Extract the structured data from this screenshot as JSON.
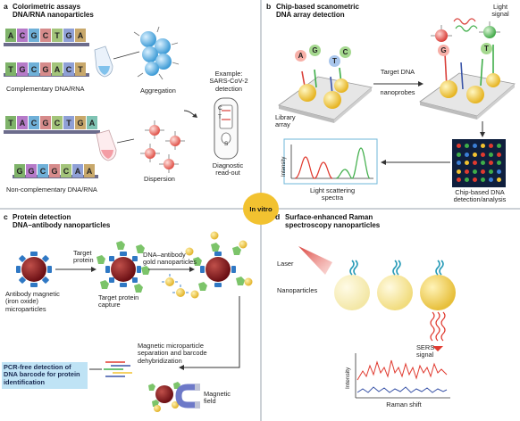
{
  "panels": {
    "a": {
      "letter": "a",
      "title_line1": "Colorimetric assays",
      "title_line2": "DNA/RNA nanoparticles",
      "complementary_label": "Complementary DNA/RNA",
      "noncomplementary_label": "Non-complementary DNA/RNA",
      "aggregation_label": "Aggregation",
      "dispersion_label": "Dispersion",
      "example_line1": "Example:",
      "example_line2": "SARS-CoV-2",
      "example_line3": "detection",
      "diagnostic_line1": "Diagnostic",
      "diagnostic_line2": "read-out",
      "strip_c": "C",
      "strip_t": "T",
      "strip_s": "S",
      "top_strand_top": [
        "A",
        "C",
        "G",
        "C",
        "T",
        "G",
        "A"
      ],
      "top_strand_bottom": [
        "T",
        "G",
        "C",
        "G",
        "A",
        "C",
        "T"
      ],
      "bottom_strand_top": [
        "T",
        "A",
        "C",
        "G",
        "C",
        "T",
        "G",
        "A"
      ],
      "bottom_strand_bottom": [
        "G",
        "G",
        "C",
        "G",
        "C",
        "A",
        "A"
      ]
    },
    "b": {
      "letter": "b",
      "title_line1": "Chip-based scanometric",
      "title_line2": "DNA array detection",
      "light_signal_line1": "Light",
      "light_signal_line2": "signal",
      "target_line1": "Target DNA",
      "target_line2": "nanoprobes",
      "library_line1": "Library",
      "library_line2": "array",
      "intensity_label": "Intensity",
      "spectra_line1": "Light scattering",
      "spectra_line2": "spectra",
      "chip_line1": "Chip-based DNA",
      "chip_line2": "detection/analysis",
      "probe_letters": [
        "A",
        "G",
        "T",
        "C",
        "G",
        "T"
      ]
    },
    "c": {
      "letter": "c",
      "title_line1": "Protein detection",
      "title_line2": "DNA–antibody nanoparticles",
      "target_protein_line1": "Target",
      "target_protein_line2": "protein",
      "antibody_line1": "Antibody magnetic",
      "antibody_line2": "(iron oxide)",
      "antibody_line3": "microparticles",
      "capture_line1": "Target protein",
      "capture_line2": "capture",
      "dna_antibody_line1": "DNA–antibody",
      "dna_antibody_line2": "gold nanoparticles",
      "magnetic_sep_line1": "Magnetic microparticle",
      "magnetic_sep_line2": "separation and barcode",
      "magnetic_sep_line3": "dehybridization",
      "pcr_line1": "PCR-free detection of",
      "pcr_line2": "DNA barcode for protein",
      "pcr_line3": "identification",
      "magnetic_field_line1": "Magnetic",
      "magnetic_field_line2": "field"
    },
    "d": {
      "letter": "d",
      "title_line1": "Surface-enhanced Raman",
      "title_line2": "spectroscopy nanoparticles",
      "laser_label": "Laser",
      "nanoparticles_label": "Nanoparticles",
      "sers_line1": "SERS",
      "sers_line2": "signal",
      "intensity_label": "Intensity",
      "raman_label": "Raman shift"
    }
  },
  "center_badge": "In vitro",
  "colors": {
    "divider": "#9aa3ad",
    "highlight_box": "#bfe3f5",
    "badge": "#f2c230",
    "gold": "#f5d04a",
    "red_particle": "#d9403a",
    "blue_particle": "#62b3e3",
    "antibody_blue": "#2f78c4",
    "protein_green": "#7cc46a",
    "spectrum_red": "#e03a2f",
    "spectrum_green": "#3fae49",
    "spectrum_blue": "#3b55a8"
  }
}
